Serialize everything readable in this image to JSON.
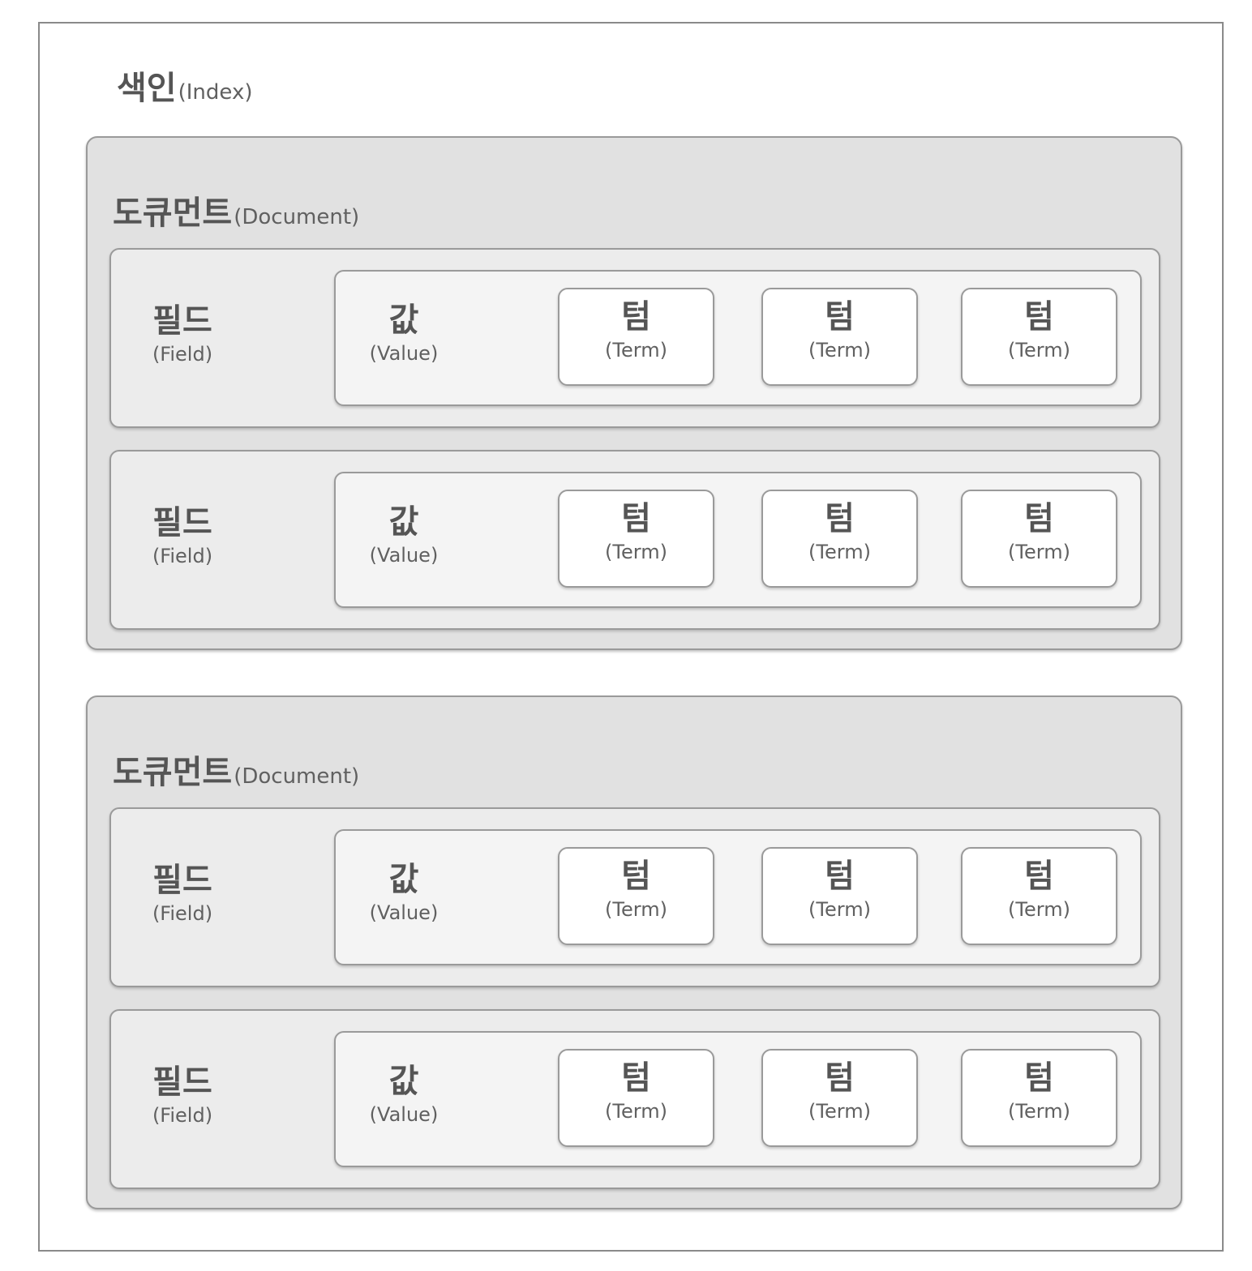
{
  "index": {
    "label_ko": "색인",
    "label_en": "(Index)"
  },
  "documents": [
    {
      "label_ko": "도큐먼트",
      "label_en": "(Document)",
      "fields": [
        {
          "label_ko": "필드",
          "label_en": "(Field)",
          "value": {
            "label_ko": "값",
            "label_en": "(Value)"
          },
          "terms": [
            {
              "label_ko": "텀",
              "label_en": "(Term)"
            },
            {
              "label_ko": "텀",
              "label_en": "(Term)"
            },
            {
              "label_ko": "텀",
              "label_en": "(Term)"
            }
          ]
        },
        {
          "label_ko": "필드",
          "label_en": "(Field)",
          "value": {
            "label_ko": "값",
            "label_en": "(Value)"
          },
          "terms": [
            {
              "label_ko": "텀",
              "label_en": "(Term)"
            },
            {
              "label_ko": "텀",
              "label_en": "(Term)"
            },
            {
              "label_ko": "텀",
              "label_en": "(Term)"
            }
          ]
        }
      ]
    },
    {
      "label_ko": "도큐먼트",
      "label_en": "(Document)",
      "fields": [
        {
          "label_ko": "필드",
          "label_en": "(Field)",
          "value": {
            "label_ko": "값",
            "label_en": "(Value)"
          },
          "terms": [
            {
              "label_ko": "텀",
              "label_en": "(Term)"
            },
            {
              "label_ko": "텀",
              "label_en": "(Term)"
            },
            {
              "label_ko": "텀",
              "label_en": "(Term)"
            }
          ]
        },
        {
          "label_ko": "필드",
          "label_en": "(Field)",
          "value": {
            "label_ko": "값",
            "label_en": "(Value)"
          },
          "terms": [
            {
              "label_ko": "텀",
              "label_en": "(Term)"
            },
            {
              "label_ko": "텀",
              "label_en": "(Term)"
            },
            {
              "label_ko": "텀",
              "label_en": "(Term)"
            }
          ]
        }
      ]
    }
  ]
}
